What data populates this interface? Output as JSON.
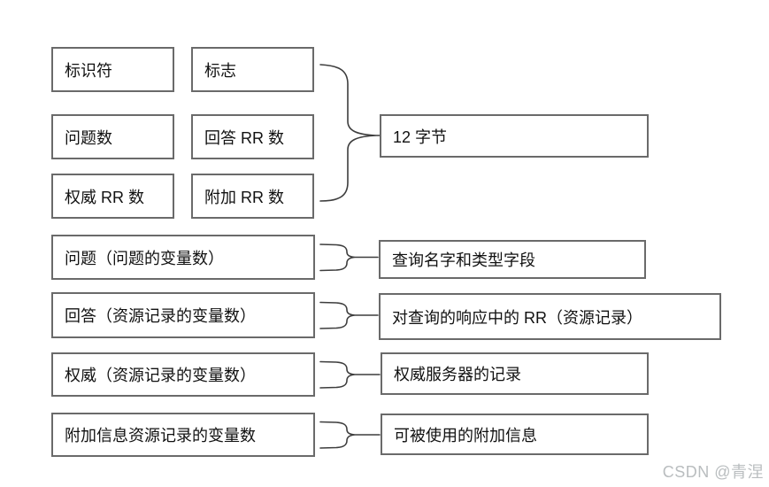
{
  "diagram": {
    "header_fields": {
      "identifier": "标识符",
      "flags": "标志",
      "question_count": "问题数",
      "answer_rr_count": "回答 RR 数",
      "authority_rr_count": "权威 RR 数",
      "additional_rr_count": "附加 RR 数",
      "size_note": "12 字节"
    },
    "sections": [
      {
        "label": "问题（问题的变量数）",
        "description": "查询名字和类型字段"
      },
      {
        "label": "回答（资源记录的变量数）",
        "description": "对查询的响应中的 RR（资源记录）"
      },
      {
        "label": "权威（资源记录的变量数）",
        "description": "权威服务器的记录"
      },
      {
        "label": "附加信息资源记录的变量数",
        "description": "可被使用的附加信息"
      }
    ],
    "watermark": "CSDN @青涅",
    "colors": {
      "box_border": "#6a6a6a",
      "connector": "#3d3d3d",
      "text": "#111111",
      "watermark": "#b9bdbf",
      "background": "#ffffff"
    }
  }
}
